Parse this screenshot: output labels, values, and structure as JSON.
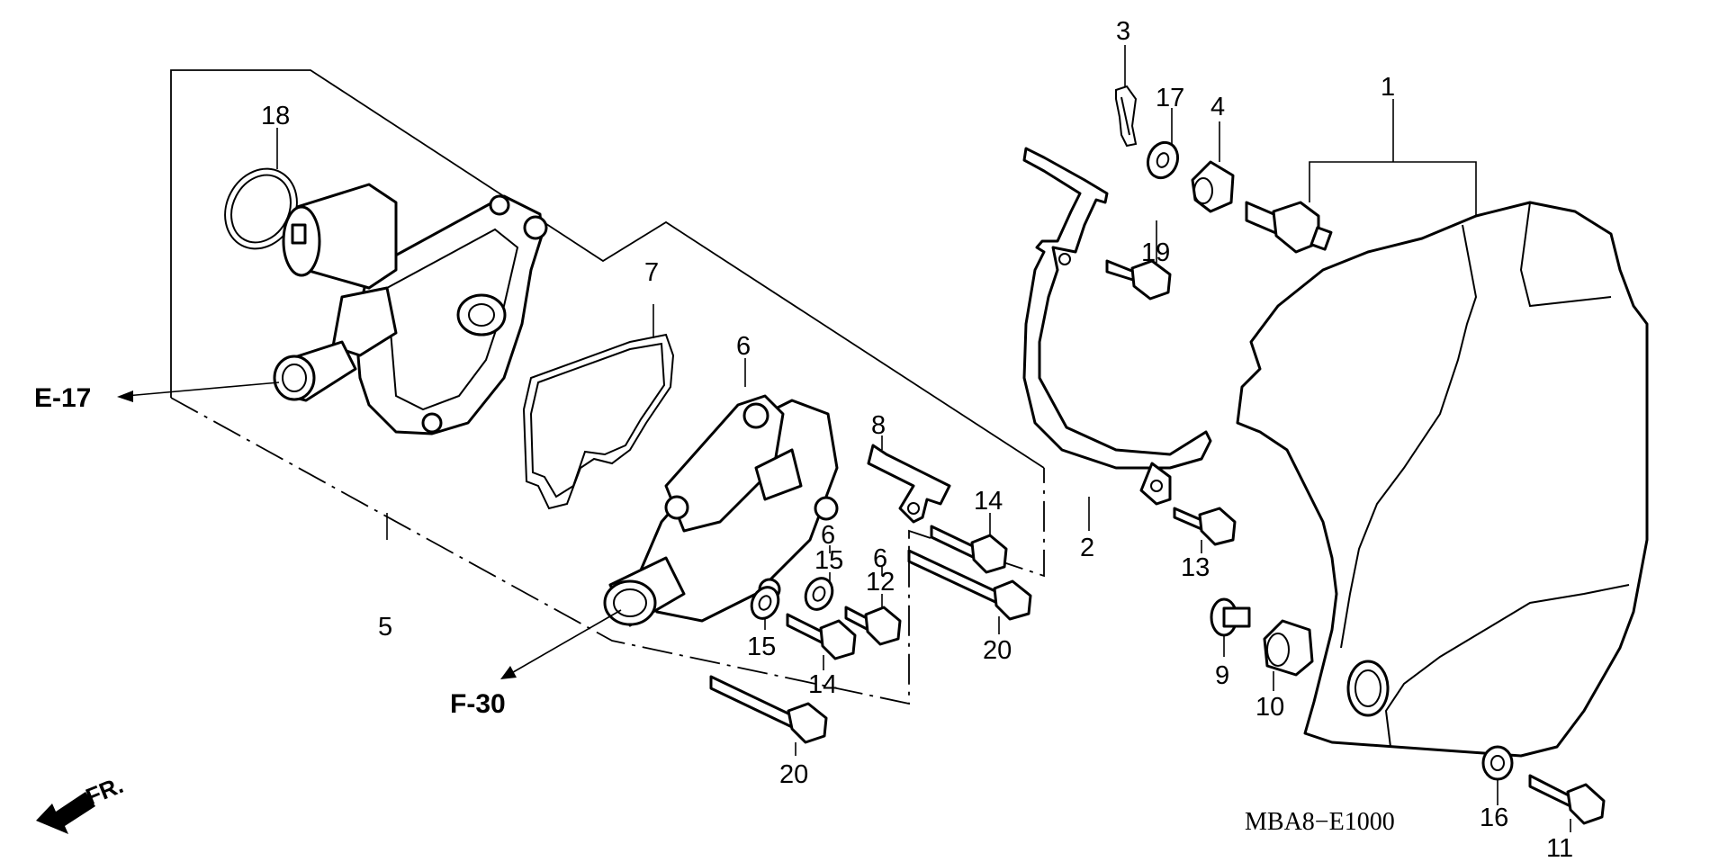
{
  "callouts": [
    {
      "id": "c1",
      "text": "1"
    },
    {
      "id": "c2",
      "text": "2"
    },
    {
      "id": "c3",
      "text": "3"
    },
    {
      "id": "c4",
      "text": "4"
    },
    {
      "id": "c5",
      "text": "5"
    },
    {
      "id": "c6a",
      "text": "6"
    },
    {
      "id": "c6b",
      "text": "6"
    },
    {
      "id": "c6c",
      "text": "6"
    },
    {
      "id": "c7",
      "text": "7"
    },
    {
      "id": "c8",
      "text": "8"
    },
    {
      "id": "c9",
      "text": "9"
    },
    {
      "id": "c10",
      "text": "10"
    },
    {
      "id": "c11",
      "text": "11"
    },
    {
      "id": "c12",
      "text": "12"
    },
    {
      "id": "c13",
      "text": "13"
    },
    {
      "id": "c14a",
      "text": "14"
    },
    {
      "id": "c14b",
      "text": "14"
    },
    {
      "id": "c15a",
      "text": "15"
    },
    {
      "id": "c15b",
      "text": "15"
    },
    {
      "id": "c16",
      "text": "16"
    },
    {
      "id": "c17",
      "text": "17"
    },
    {
      "id": "c18",
      "text": "18"
    },
    {
      "id": "c19",
      "text": "19"
    },
    {
      "id": "c20a",
      "text": "20"
    },
    {
      "id": "c20b",
      "text": "20"
    }
  ],
  "references": {
    "e17": "E-17",
    "f30": "F-30"
  },
  "front_indicator": "FR.",
  "diagram_code": "MBA8−E1000"
}
